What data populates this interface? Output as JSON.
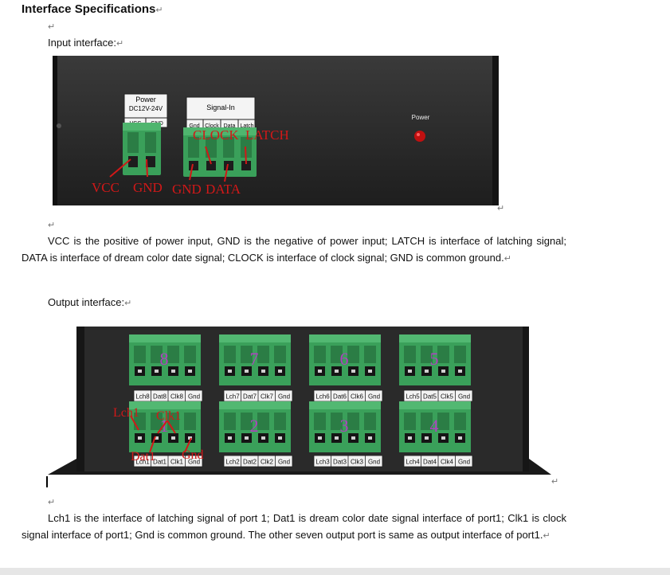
{
  "title": "Interface Specifications",
  "paragraph_mark": "↵",
  "input_heading": "Input interface:",
  "input_photo": {
    "power_block": {
      "header_title": "Power",
      "header_sub": "DC12V-24V",
      "pins": [
        "VCC",
        "GND"
      ]
    },
    "signal_block": {
      "header_title": "Signal-In",
      "pins": [
        "Gnd",
        "Clock",
        "Data",
        "Latch"
      ]
    },
    "power_led_label": "Power",
    "annotations": {
      "vcc": "VCC",
      "gnd": "GND",
      "gnd2": "GND",
      "data": "DATA",
      "clock": "CLOCK",
      "latch": "LATCH"
    }
  },
  "input_description": "VCC is the positive of power input, GND is the negative of power input; LATCH is interface of latching signal; DATA is interface of dream color date signal; CLOCK is interface of clock signal; GND is common ground.",
  "output_heading": "Output interface:",
  "output_photo": {
    "ports": [
      {
        "number": "8",
        "pins": [
          "Lch8",
          "Dat8",
          "Clk8",
          "Gnd"
        ]
      },
      {
        "number": "7",
        "pins": [
          "Lch7",
          "Dat7",
          "Clk7",
          "Gnd"
        ]
      },
      {
        "number": "6",
        "pins": [
          "Lch6",
          "Dat6",
          "Clk6",
          "Gnd"
        ]
      },
      {
        "number": "5",
        "pins": [
          "Lch5",
          "Dat5",
          "Clk5",
          "Gnd"
        ]
      },
      {
        "number": "1",
        "pins": [
          "Lch1",
          "Dat1",
          "Clk1",
          "Gnd"
        ]
      },
      {
        "number": "2",
        "pins": [
          "Lch2",
          "Dat2",
          "Clk2",
          "Gnd"
        ]
      },
      {
        "number": "3",
        "pins": [
          "Lch3",
          "Dat3",
          "Clk3",
          "Gnd"
        ]
      },
      {
        "number": "4",
        "pins": [
          "Lch4",
          "Dat4",
          "Clk4",
          "Gnd"
        ]
      }
    ],
    "annotations": {
      "lch1": "Lch1",
      "clk1": "Clk1",
      "dat1": "Dat1",
      "gnd": "Gnd"
    }
  },
  "output_description": "Lch1 is the interface of latching signal of port 1; Dat1 is dream color date signal interface of port1; Clk1 is clock signal interface of port1; Gnd is common ground. The other seven output port is same as output interface of port1.",
  "colors": {
    "case": "#2a2a2a",
    "terminal": "#3aa05a",
    "terminal_dark": "#2b7d45",
    "annotation_red": "#d21818",
    "annotation_purple": "#b040c0",
    "led": "#c01010"
  }
}
